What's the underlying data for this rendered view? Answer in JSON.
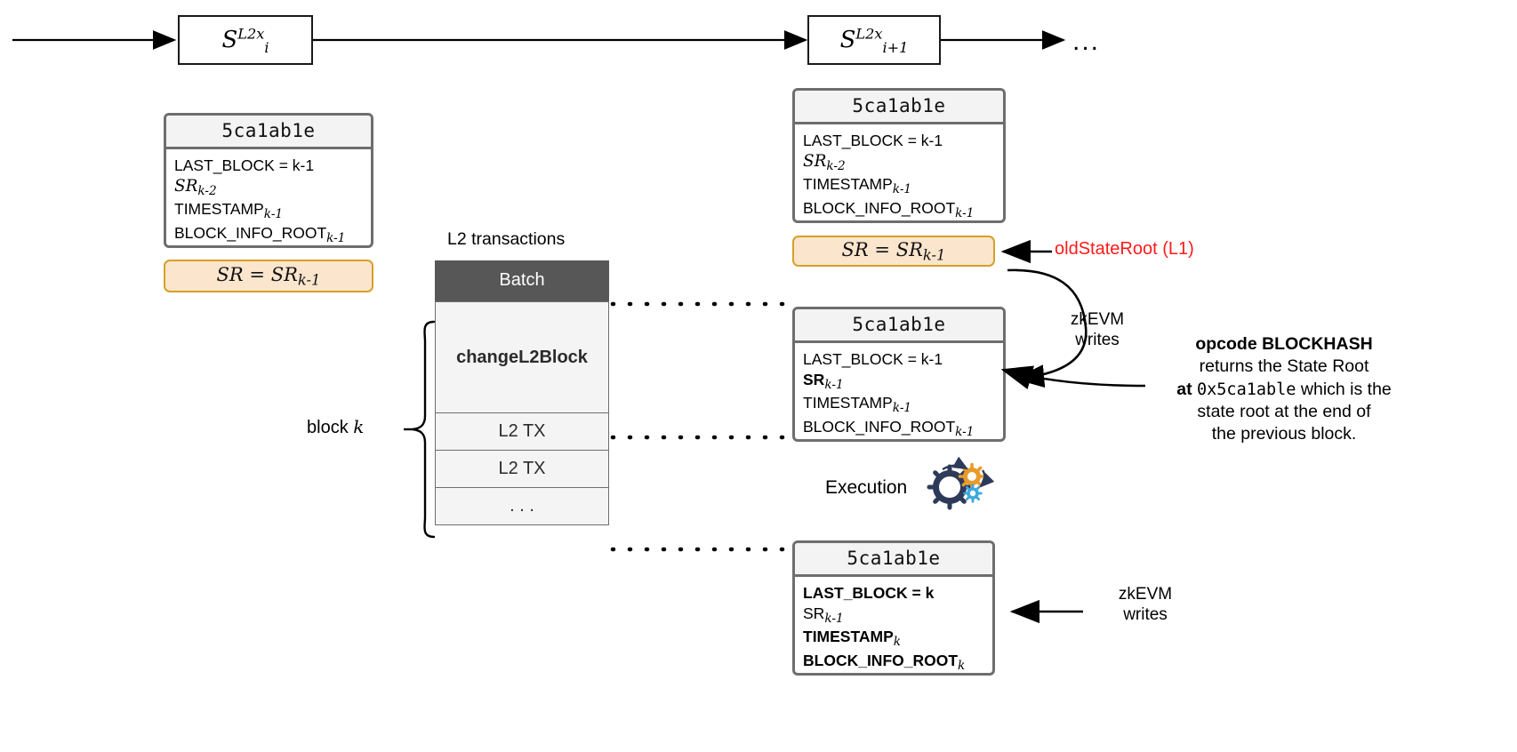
{
  "top_chain": {
    "state_1": {
      "base": "S",
      "sub": "i",
      "sup": "L2x"
    },
    "state_2": {
      "base": "S",
      "sub": "i+1",
      "sup": "L2x"
    },
    "ellipsis": "..."
  },
  "left_block": {
    "header": "5ca1ab1e",
    "fields": [
      {
        "name": "LAST_BLOCK = k-1",
        "bold": false
      },
      {
        "name": "SR",
        "sub": "k-2",
        "style": "serif"
      },
      {
        "name": "TIMESTAMP",
        "sub": "k-1"
      },
      {
        "name": "BLOCK_INFO_ROOT",
        "sub": "k-1"
      }
    ],
    "state_root_label": "SR = SR",
    "state_root_sub": "k-1"
  },
  "batch": {
    "title": "L2 transactions",
    "header": "Batch",
    "rows": [
      {
        "label": "changeL2Block",
        "bold": true
      },
      {
        "label": "L2 TX",
        "bold": false
      },
      {
        "label": "L2 TX",
        "bold": false
      },
      {
        "label": ". . .",
        "bold": false
      }
    ],
    "block_label": "block",
    "block_var": "k"
  },
  "right_top_block": {
    "header": "5ca1ab1e",
    "fields": [
      {
        "name": "LAST_BLOCK = k-1"
      },
      {
        "name": "SR",
        "sub": "k-2",
        "style": "serif"
      },
      {
        "name": "TIMESTAMP",
        "sub": "k-1"
      },
      {
        "name": "BLOCK_INFO_ROOT",
        "sub": "k-1"
      }
    ],
    "state_root_label": "SR = SR",
    "state_root_sub": "k-1",
    "old_state_root_label": "oldStateRoot (L1)"
  },
  "right_mid_block": {
    "header": "5ca1ab1e",
    "fields": [
      {
        "name": "LAST_BLOCK = k-1"
      },
      {
        "name": "SR",
        "sub": "k-1",
        "bold": true
      },
      {
        "name": "TIMESTAMP",
        "sub": "k-1"
      },
      {
        "name": "BLOCK_INFO_ROOT",
        "sub": "k-1"
      }
    ]
  },
  "right_bottom_block": {
    "header": "5ca1ab1e",
    "fields": [
      {
        "name": "LAST_BLOCK = k",
        "bold": true
      },
      {
        "name": "SR",
        "sub": "k-1"
      },
      {
        "name": "TIMESTAMP",
        "sub": "k",
        "bold": true
      },
      {
        "name": "BLOCK_INFO_ROOT",
        "sub": "k",
        "bold": true
      }
    ]
  },
  "annotations": {
    "zkevm_writes_top_line1": "zkEVM",
    "zkevm_writes_top_line2": "writes",
    "zkevm_writes_bottom_line1": "zkEVM",
    "zkevm_writes_bottom_line2": "writes",
    "execution_label": "Execution",
    "blockhash_bold": "opcode BLOCKHASH",
    "blockhash_line2": "returns the State Root",
    "blockhash_at": "at",
    "blockhash_addr": "0x5ca1able",
    "blockhash_line3_tail": "which is the",
    "blockhash_line4": "state root at the end of",
    "blockhash_line5": "the previous block."
  },
  "colors": {
    "accent_red": "#ff1a1a",
    "orange_fill": "#fbe5cd",
    "orange_border": "#d6a029",
    "box_border": "#6e6e6e",
    "batch_header": "#575757"
  }
}
